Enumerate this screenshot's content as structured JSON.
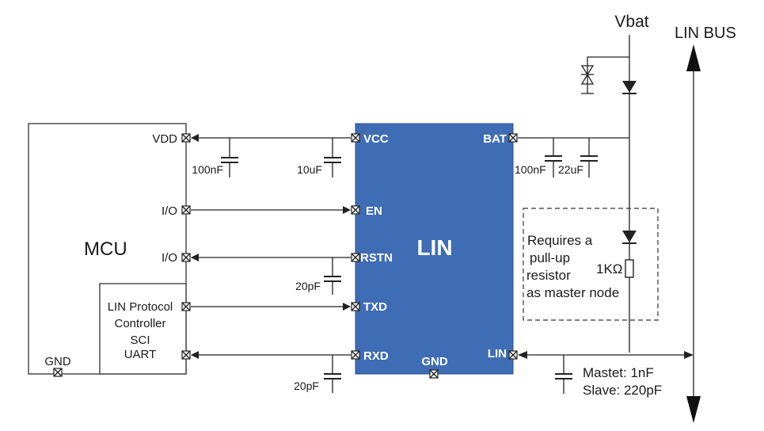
{
  "mcu": {
    "title": "MCU",
    "pins": {
      "vdd": "VDD",
      "io1": "I/O",
      "io2": "I/O",
      "gnd": "GND"
    },
    "sub_block": {
      "lines": [
        "LIN Protocol",
        "Controller",
        "SCI",
        "UART"
      ]
    }
  },
  "chip": {
    "title": "LIN",
    "fill": "#3f6db5",
    "pins": {
      "vcc": "VCC",
      "en": "EN",
      "rstn": "RSTN",
      "txd": "TXD",
      "rxd": "RXD",
      "gnd": "GND",
      "bat": "BAT",
      "lin": "LIN"
    }
  },
  "capacitors": {
    "vdd_cap": "100nF",
    "vcc_cap": "10uF",
    "rstn_cap": "20pF",
    "rxd_cap": "20pF",
    "bat_cap1": "100nF",
    "bat_cap2": "22uF"
  },
  "supply": {
    "vbat": "Vbat"
  },
  "bus": {
    "label": "LIN BUS"
  },
  "pullup": {
    "note_lines": [
      "Requires a",
      "pull-up",
      "resistor",
      "as master node"
    ],
    "resistor": "1KΩ"
  },
  "bus_cap": {
    "lines": [
      "Mastet: 1nF",
      "Slave: 220pF"
    ]
  }
}
